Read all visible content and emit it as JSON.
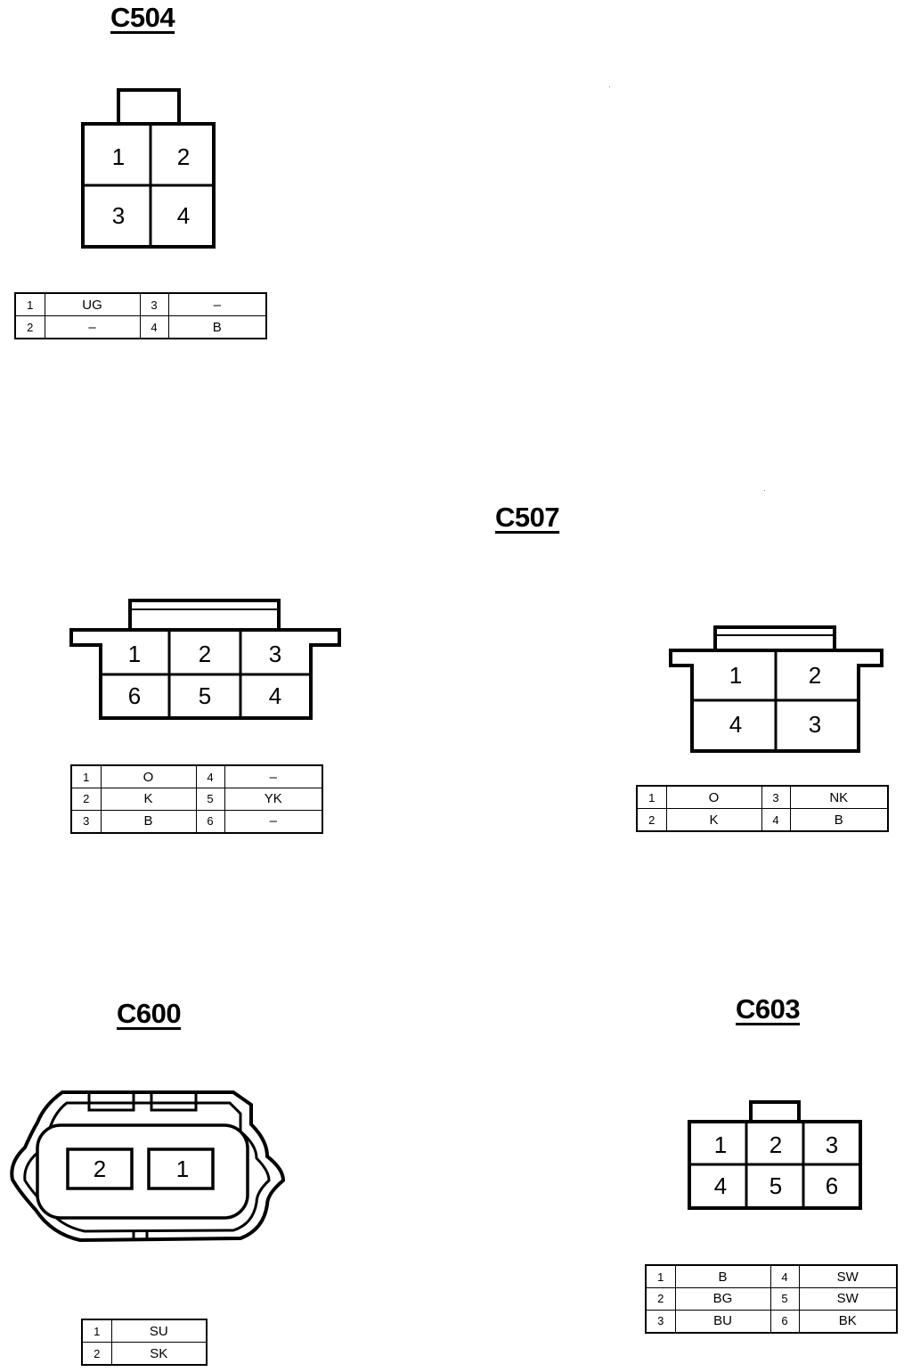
{
  "connectors": [
    {
      "id": "C504",
      "pin_labels": [
        "1",
        "2",
        "3",
        "4"
      ],
      "table": [
        {
          "pin": "1",
          "wire": "UG"
        },
        {
          "pin": "2",
          "wire": "–"
        },
        {
          "pin": "3",
          "wire": "–"
        },
        {
          "pin": "4",
          "wire": "B"
        }
      ]
    },
    {
      "id": "",
      "pin_labels": [
        "1",
        "2",
        "3",
        "6",
        "5",
        "4"
      ],
      "table": [
        {
          "pin": "1",
          "wire": "O"
        },
        {
          "pin": "2",
          "wire": "K"
        },
        {
          "pin": "3",
          "wire": "B"
        },
        {
          "pin": "4",
          "wire": "–"
        },
        {
          "pin": "5",
          "wire": "YK"
        },
        {
          "pin": "6",
          "wire": "–"
        }
      ]
    },
    {
      "id": "C507",
      "pin_labels": [
        "1",
        "2",
        "4",
        "3"
      ],
      "table": [
        {
          "pin": "1",
          "wire": "O"
        },
        {
          "pin": "2",
          "wire": "K"
        },
        {
          "pin": "3",
          "wire": "NK"
        },
        {
          "pin": "4",
          "wire": "B"
        }
      ]
    },
    {
      "id": "C600",
      "pin_labels": [
        "2",
        "1"
      ],
      "table": [
        {
          "pin": "1",
          "wire": "SU"
        },
        {
          "pin": "2",
          "wire": "SK"
        }
      ]
    },
    {
      "id": "C603",
      "pin_labels": [
        "1",
        "2",
        "3",
        "4",
        "5",
        "6"
      ],
      "table": [
        {
          "pin": "1",
          "wire": "B"
        },
        {
          "pin": "2",
          "wire": "BG"
        },
        {
          "pin": "3",
          "wire": "BU"
        },
        {
          "pin": "4",
          "wire": "SW"
        },
        {
          "pin": "5",
          "wire": "SW"
        },
        {
          "pin": "6",
          "wire": "BK"
        }
      ]
    }
  ]
}
